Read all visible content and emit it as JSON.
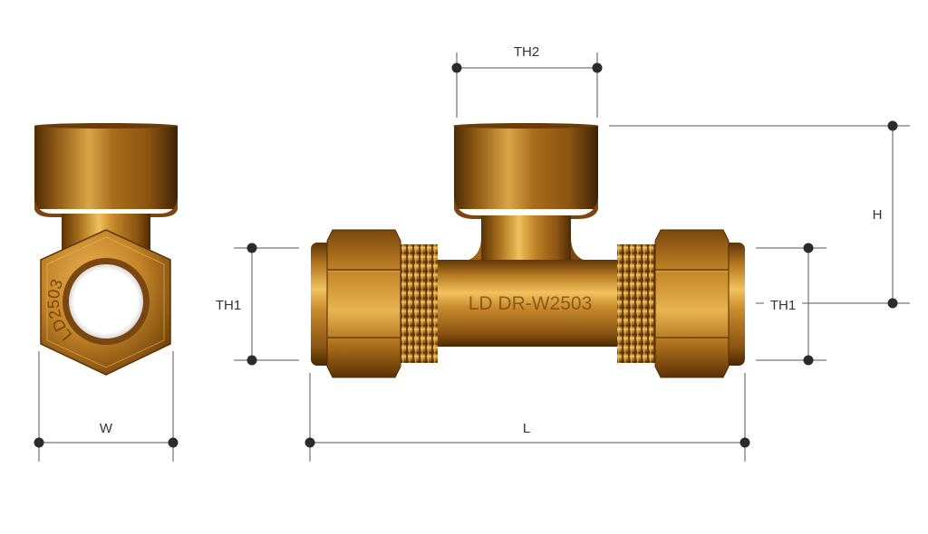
{
  "diagram": {
    "dimensions": {
      "th2": "TH2",
      "h": "H",
      "th1_left": "TH1",
      "th1_right": "TH1",
      "w": "W",
      "l": "L"
    },
    "engravings": {
      "nut": "LD2503",
      "body": "LD DR-W2503"
    }
  },
  "colors": {
    "brass_light": "#e8b04a",
    "brass_mid": "#b8761c",
    "brass_dark": "#6b3c08",
    "dimension_line": "#555555",
    "dimension_dot": "#2b2b2b"
  }
}
